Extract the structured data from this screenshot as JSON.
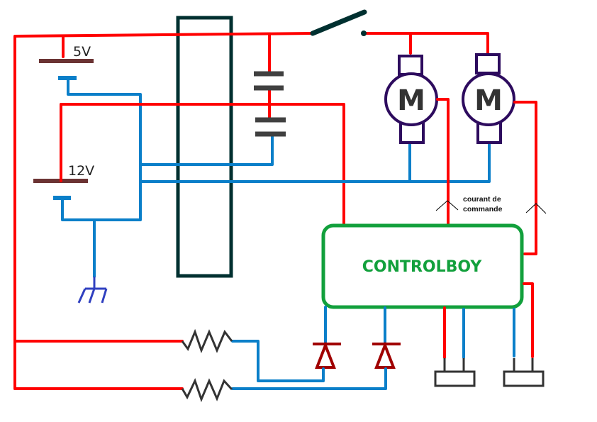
{
  "diagram": {
    "type": "electrical-schematic",
    "colors": {
      "positive_wire": "#ff0000",
      "negative_wire": "#0a7fc9",
      "battery_plate": "#6b3333",
      "frame": "#003030",
      "motor_outline": "#2d0b5e",
      "controller_border": "#12a03c",
      "diode": "#a00000",
      "ground": "#3040c0",
      "resistor": "#333333"
    },
    "batteries": [
      {
        "id": "battery-5v",
        "label": "5V"
      },
      {
        "id": "battery-12v",
        "label": "12V"
      }
    ],
    "motors": [
      {
        "id": "motor-1",
        "label": "M"
      },
      {
        "id": "motor-2",
        "label": "M"
      }
    ],
    "controller": {
      "label": "CONTROLBOY"
    },
    "annotation": {
      "line1": "courant de",
      "line2": "commande"
    },
    "components": [
      "5V battery",
      "12V battery",
      "switch",
      "capacitor stack",
      "2 motors",
      "controller",
      "2 resistors",
      "2 diodes",
      "2 connectors",
      "ground"
    ]
  }
}
